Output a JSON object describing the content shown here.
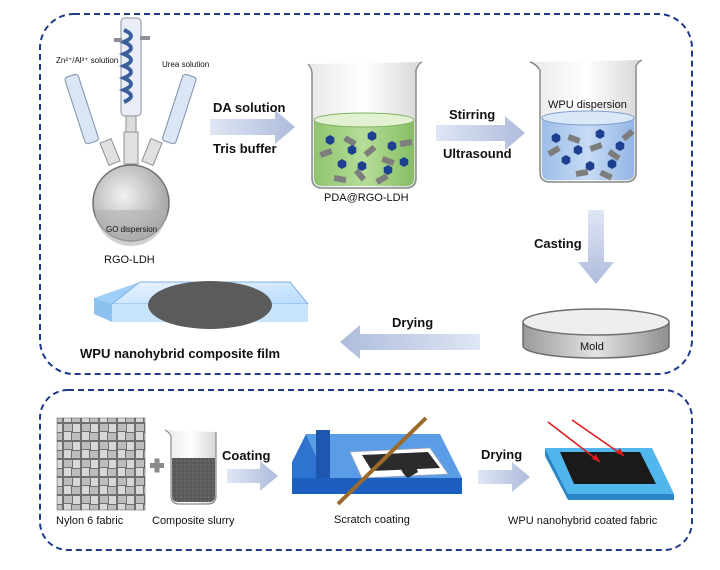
{
  "top_panel": {
    "flask": {
      "left_funnel_label": "Zn²⁺/Al³⁺ solution",
      "right_funnel_label": "Urea solution",
      "content_label": "GO dispersion",
      "caption": "RGO-LDH"
    },
    "arrow1": {
      "label_top": "DA solution",
      "label_bottom": "Tris buffer"
    },
    "beaker1": {
      "caption": "PDA@RGO-LDH"
    },
    "arrow2": {
      "label_top": "Stirring",
      "label_bottom": "Ultrasound"
    },
    "beaker2": {
      "content_label": "WPU dispersion"
    },
    "arrow3": {
      "label": "Casting"
    },
    "mold": {
      "label": "Mold"
    },
    "arrow4": {
      "label": "Drying"
    },
    "film": {
      "caption": "WPU nanohybrid composite film"
    }
  },
  "bottom_panel": {
    "fabric": {
      "caption": "Nylon 6 fabric"
    },
    "plus": "+",
    "slurry": {
      "caption": "Composite slurry"
    },
    "arrow_coating": {
      "label": "Coating"
    },
    "scratch": {
      "caption": "Scratch coating"
    },
    "arrow_drying": {
      "label": "Drying"
    },
    "coated": {
      "caption": "WPU nanohybrid coated fabric"
    }
  },
  "colors": {
    "border": "#1f3a8a",
    "arrow": "#b9c6e4",
    "green": "#9ccf7e",
    "blue_liquid": "#a9c8ee",
    "hex_blue": "#1c3f8f",
    "substrate_blue": "#3a7fd9"
  }
}
